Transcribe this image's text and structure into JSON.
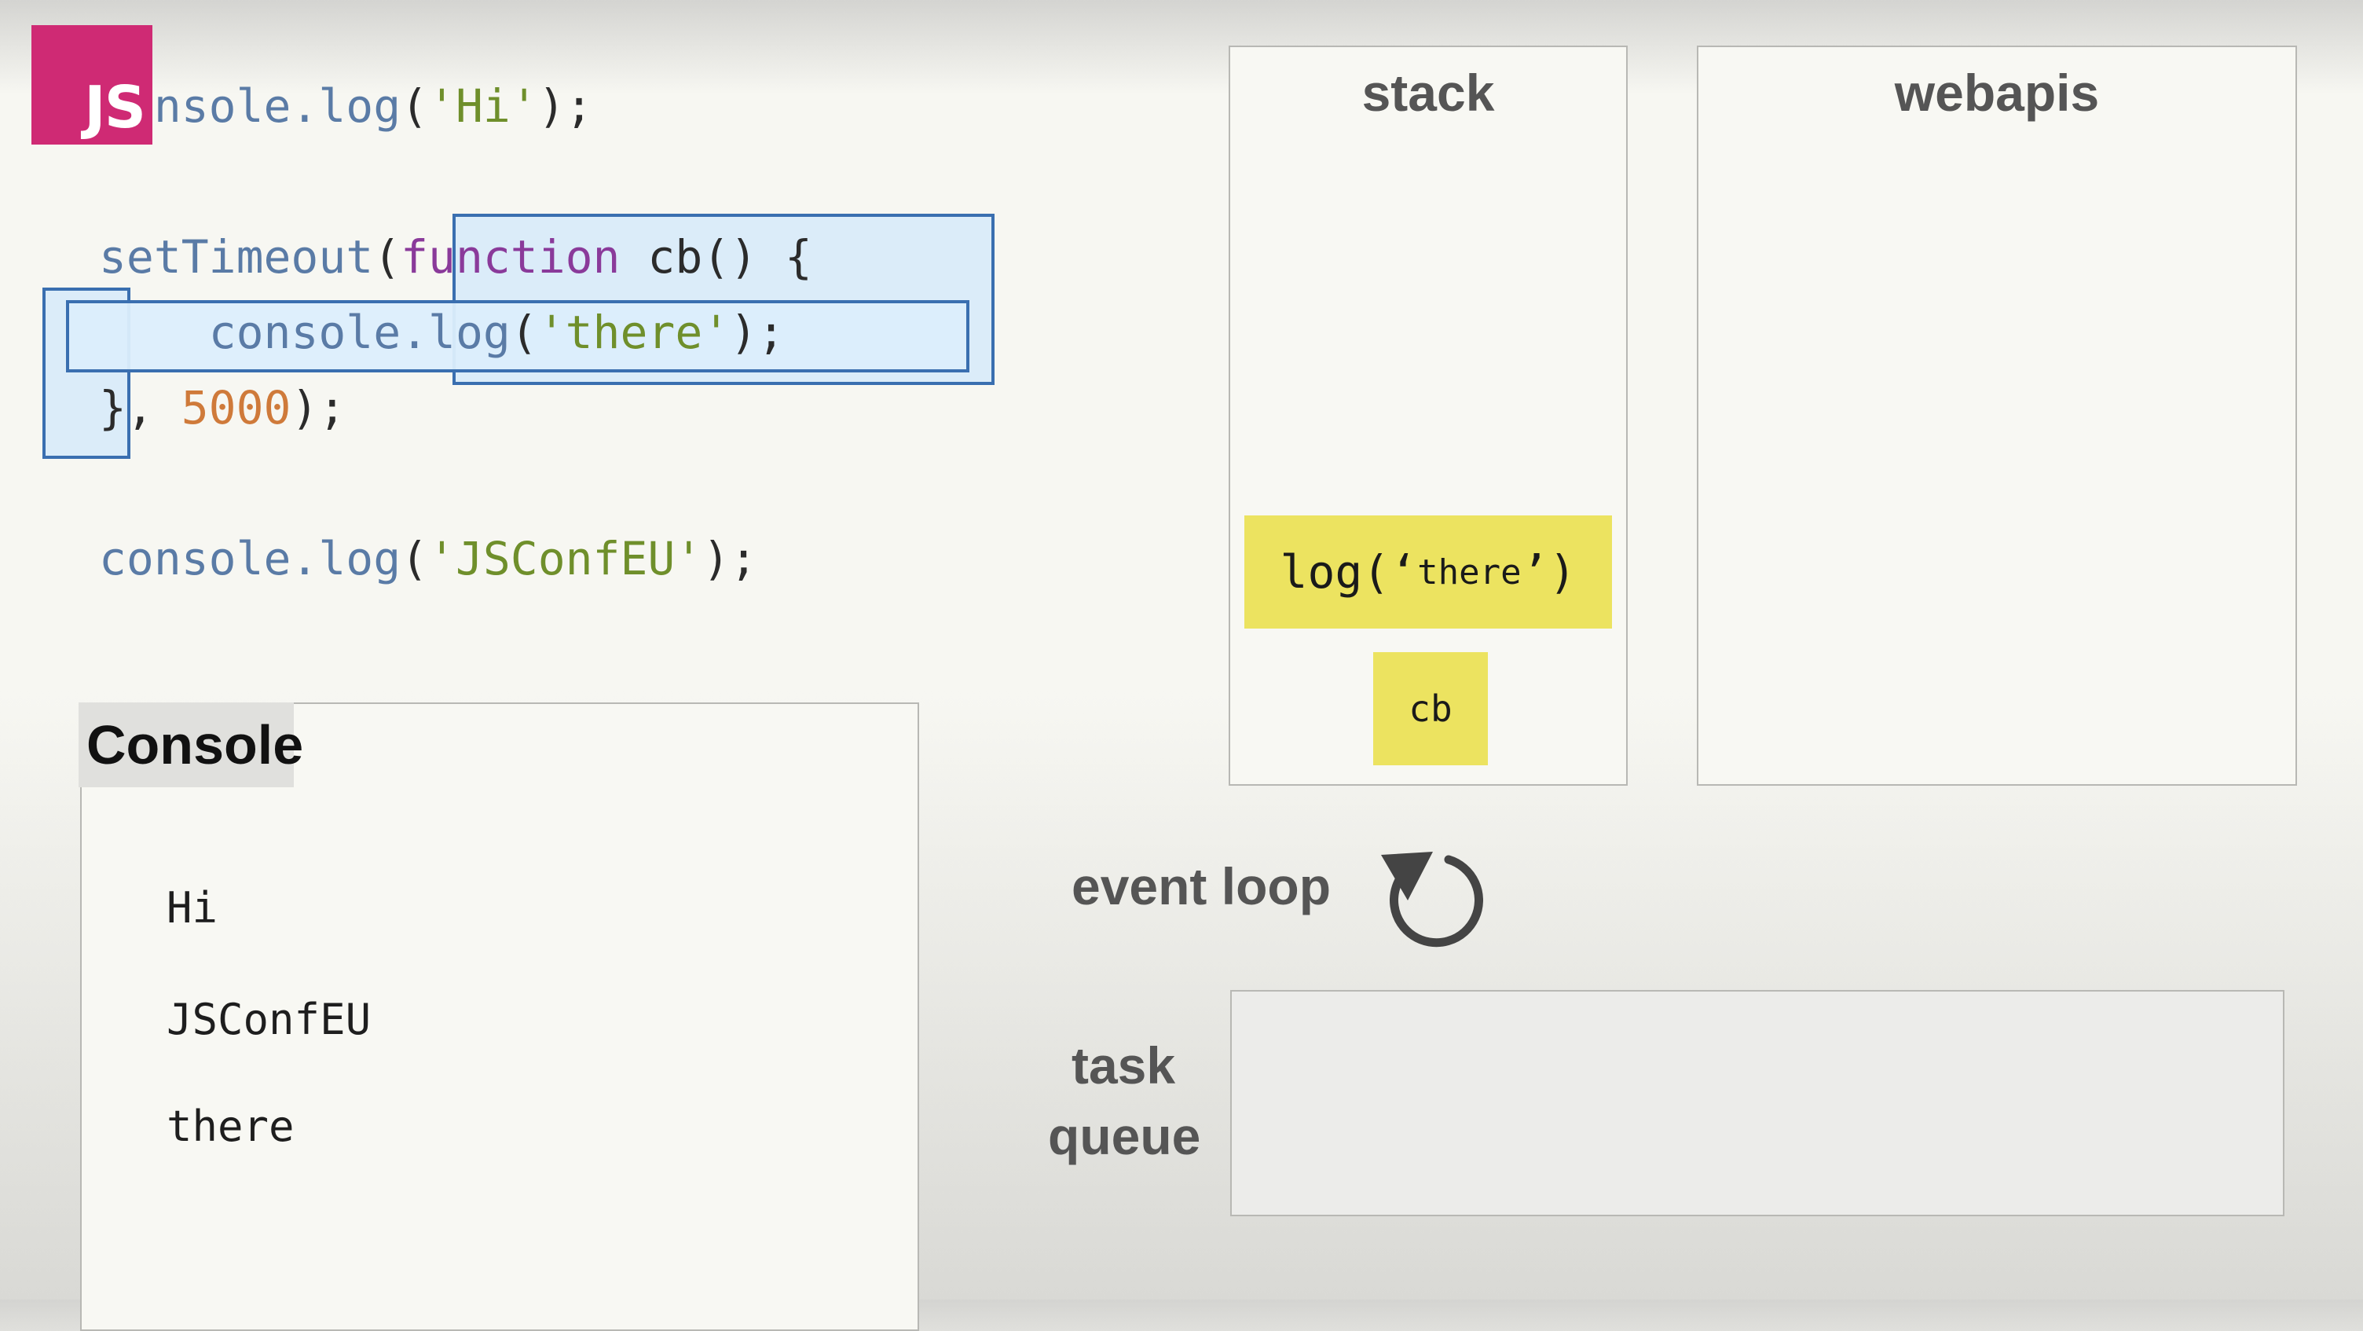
{
  "logo": {
    "text": "JS",
    "color": "#cf2a74"
  },
  "code": {
    "line1": {
      "fn": "console.log",
      "open": "(",
      "str": "'Hi'",
      "close": ");"
    },
    "line2": {
      "fn": "setTimeout",
      "open": "(",
      "kw": "function",
      "rest": " cb() {"
    },
    "line3": {
      "indent": "    ",
      "fn": "console.log",
      "open": "(",
      "str": "'there'",
      "close": ");"
    },
    "line4": {
      "brace": "}",
      "comma": ", ",
      "num": "5000",
      "close": ");"
    },
    "line5": {
      "fn": "console.log",
      "open": "(",
      "str": "'JSConfEU'",
      "close": ");"
    }
  },
  "stack": {
    "title": "stack",
    "frames": [
      {
        "text_main": "log(‘",
        "text_arg": "there",
        "text_end": "’)"
      },
      {
        "text": "cb"
      }
    ]
  },
  "webapis": {
    "title": "webapis"
  },
  "console": {
    "title": "Console",
    "lines": [
      "Hi",
      "JSConfEU",
      "there"
    ]
  },
  "event_loop": {
    "label": "event loop",
    "icon": "circular-arrow-icon"
  },
  "task_queue": {
    "label_line1": "task",
    "label_line2": "queue"
  },
  "colors": {
    "frame_yellow": "#ece360",
    "highlight_border": "#3a6fb0",
    "highlight_fill": "#d6eafa"
  }
}
